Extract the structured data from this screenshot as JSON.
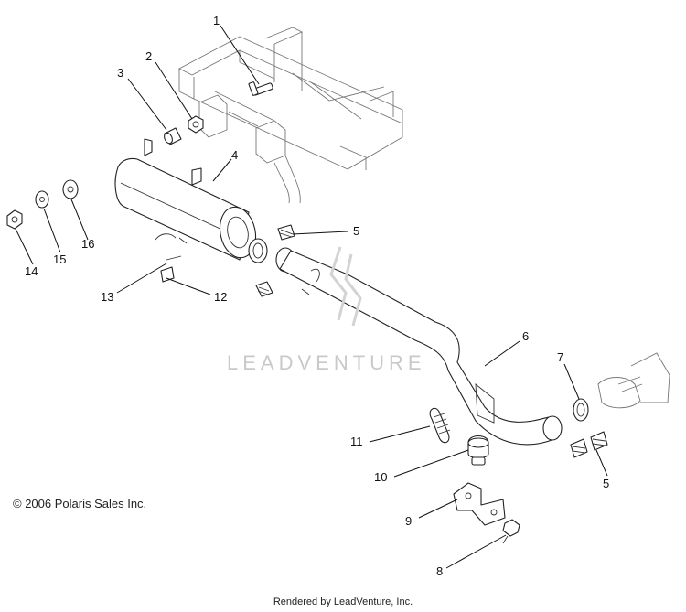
{
  "callouts": [
    "1",
    "2",
    "3",
    "4",
    "5",
    "5",
    "6",
    "7",
    "8",
    "9",
    "10",
    "11",
    "12",
    "13",
    "14",
    "15",
    "16"
  ],
  "watermark": "LEADVENTURE",
  "copyright": "© 2006 Polaris Sales Inc.",
  "footer": "Rendered by LeadVenture, Inc."
}
